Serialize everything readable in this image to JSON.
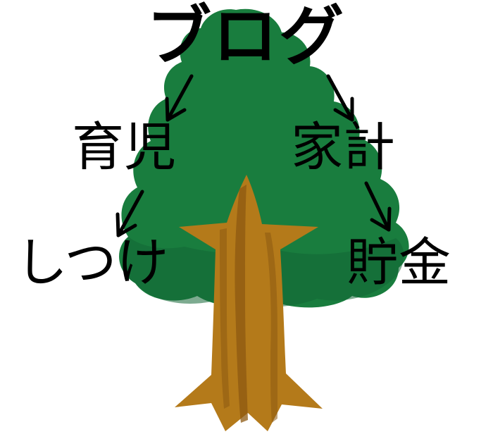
{
  "diagram": {
    "root": {
      "label": "ブログ"
    },
    "left_branch": {
      "label": "育児",
      "child": {
        "label": "しつけ"
      }
    },
    "right_branch": {
      "label": "家計",
      "child": {
        "label": "貯金"
      }
    }
  },
  "colors": {
    "foliage": "#197D3E",
    "foliage_shadow": "#126634",
    "trunk": "#B47A1A",
    "trunk_stripe": "#8D5A12",
    "text": "#000000",
    "arrow": "#000000"
  },
  "icons": {
    "tree": "tree-illustration",
    "arrow": "arrow-down-icon"
  }
}
